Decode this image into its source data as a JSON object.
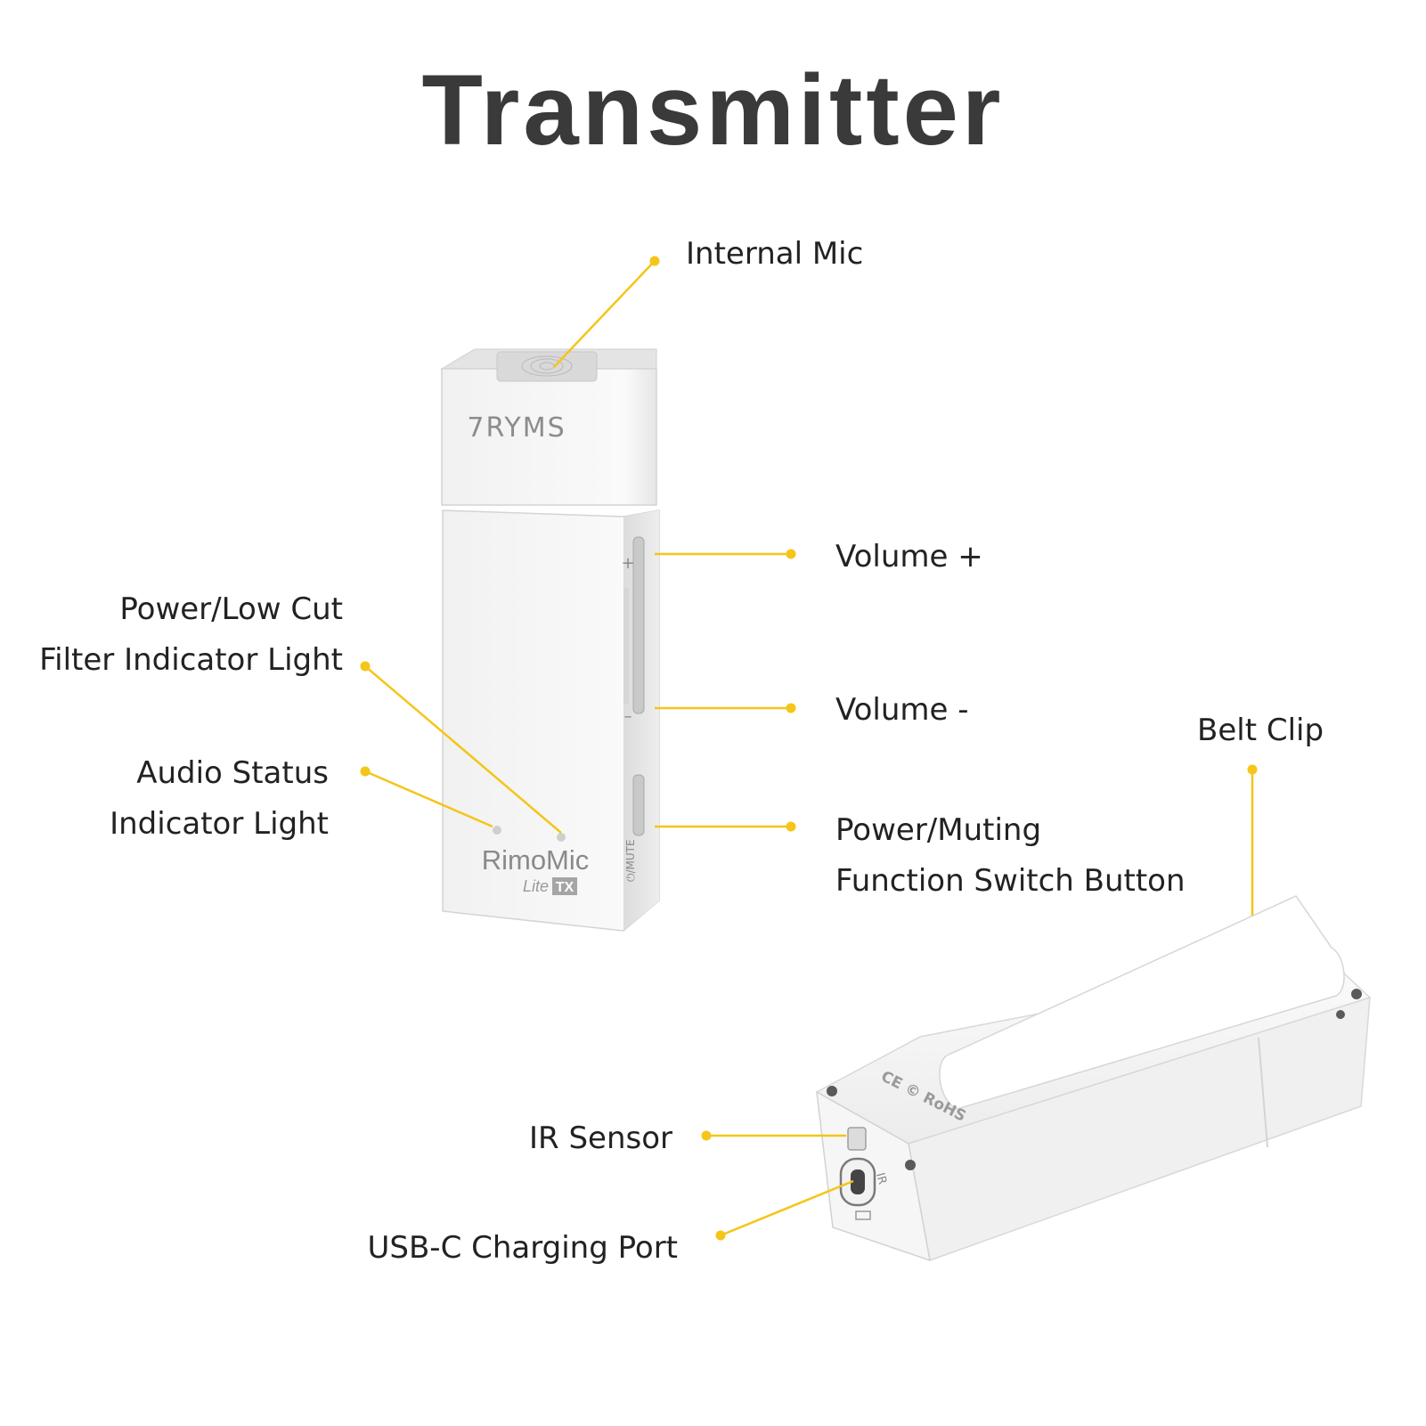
{
  "title": "Transmitter",
  "accent_color": "#f5c518",
  "device_front": {
    "brand": "7RYMS",
    "model": "RimoMic",
    "sub": "Lite",
    "badge": "TX",
    "plus": "+",
    "minus": "–",
    "mute_mark": "⏻/MUTE"
  },
  "device_back": {
    "ir_mark": "IR",
    "cert_mark": "CE © RoHS"
  },
  "callouts": {
    "internal_mic": "Internal Mic",
    "volume_plus": "Volume +",
    "volume_minus": "Volume -",
    "power_low_cut_1": "Power/Low Cut",
    "power_low_cut_2": "Filter Indicator Light",
    "audio_status_1": "Audio Status",
    "audio_status_2": "Indicator Light",
    "power_muting_1": "Power/Muting",
    "power_muting_2": "Function Switch Button",
    "belt_clip": "Belt Clip",
    "ir_sensor": "IR Sensor",
    "usb_c": "USB-C Charging Port"
  }
}
